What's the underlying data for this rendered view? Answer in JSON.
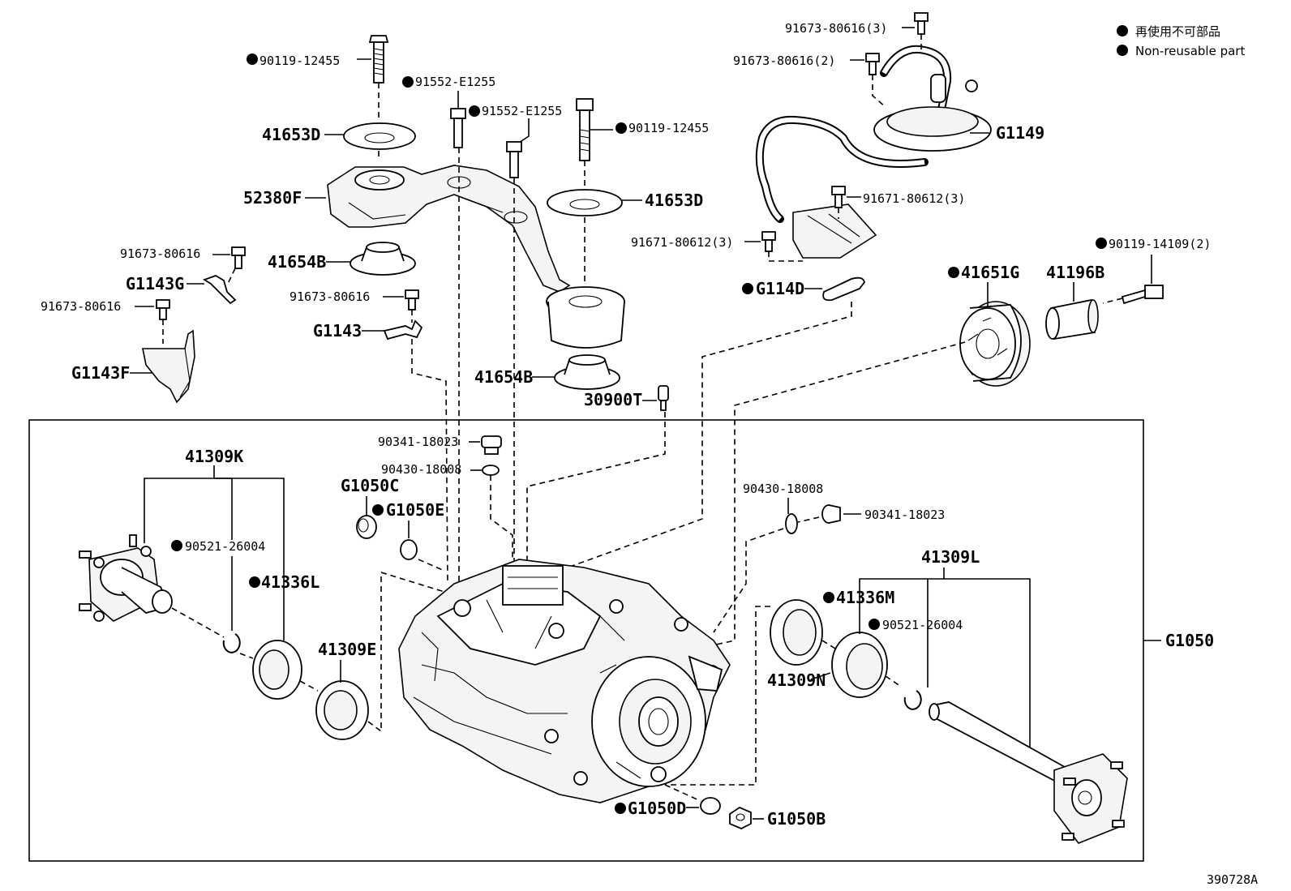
{
  "legend": {
    "marker_color": "#000000",
    "label_jp": "再使用不可部品",
    "label_en": "Non-reusable part"
  },
  "figure_code": "390728A",
  "labels": {
    "p90119_12455_top": "90119-12455",
    "p91552_e1255_a": "91552-E1255",
    "p91552_e1255_b": "91552-E1255",
    "p90119_12455_right": "90119-12455",
    "p41653D_left": "41653D",
    "p41653D_right": "41653D",
    "p52380F": "52380F",
    "p91673_80616_a": "91673-80616",
    "p41654B_top": "41654B",
    "p91673_80616_b": "91673-80616",
    "pG1143G": "G1143G",
    "p91673_80616_c": "91673-80616",
    "pG1143": "G1143",
    "pG1143F": "G1143F",
    "p41654B_bottom": "41654B",
    "p30900T": "30900T",
    "p91673_80616_3": "91673-80616(3)",
    "p91673_80616_2": "91673-80616(2)",
    "pG1149": "G1149",
    "p91671_80612_3_a": "91671-80612(3)",
    "p91671_80612_3_b": "91671-80612(3)",
    "pG114D": "G114D",
    "p90119_14109_2": "90119-14109(2)",
    "p41651G": "41651G",
    "p41196B": "41196B",
    "p41309K": "41309K",
    "p90341_18023_a": "90341-18023",
    "p90430_18008_a": "90430-18008",
    "pG1050C": "G1050C",
    "pG1050E": "G1050E",
    "p90521_26004_a": "90521-26004",
    "p41336L": "41336L",
    "p41309E": "41309E",
    "p90430_18008_b": "90430-18008",
    "p90341_18023_b": "90341-18023",
    "p41309L": "41309L",
    "p41336M": "41336M",
    "p90521_26004_b": "90521-26004",
    "p41309N": "41309N",
    "pG1050": "G1050",
    "pG1050D": "G1050D",
    "pG1050B": "G1050B"
  }
}
